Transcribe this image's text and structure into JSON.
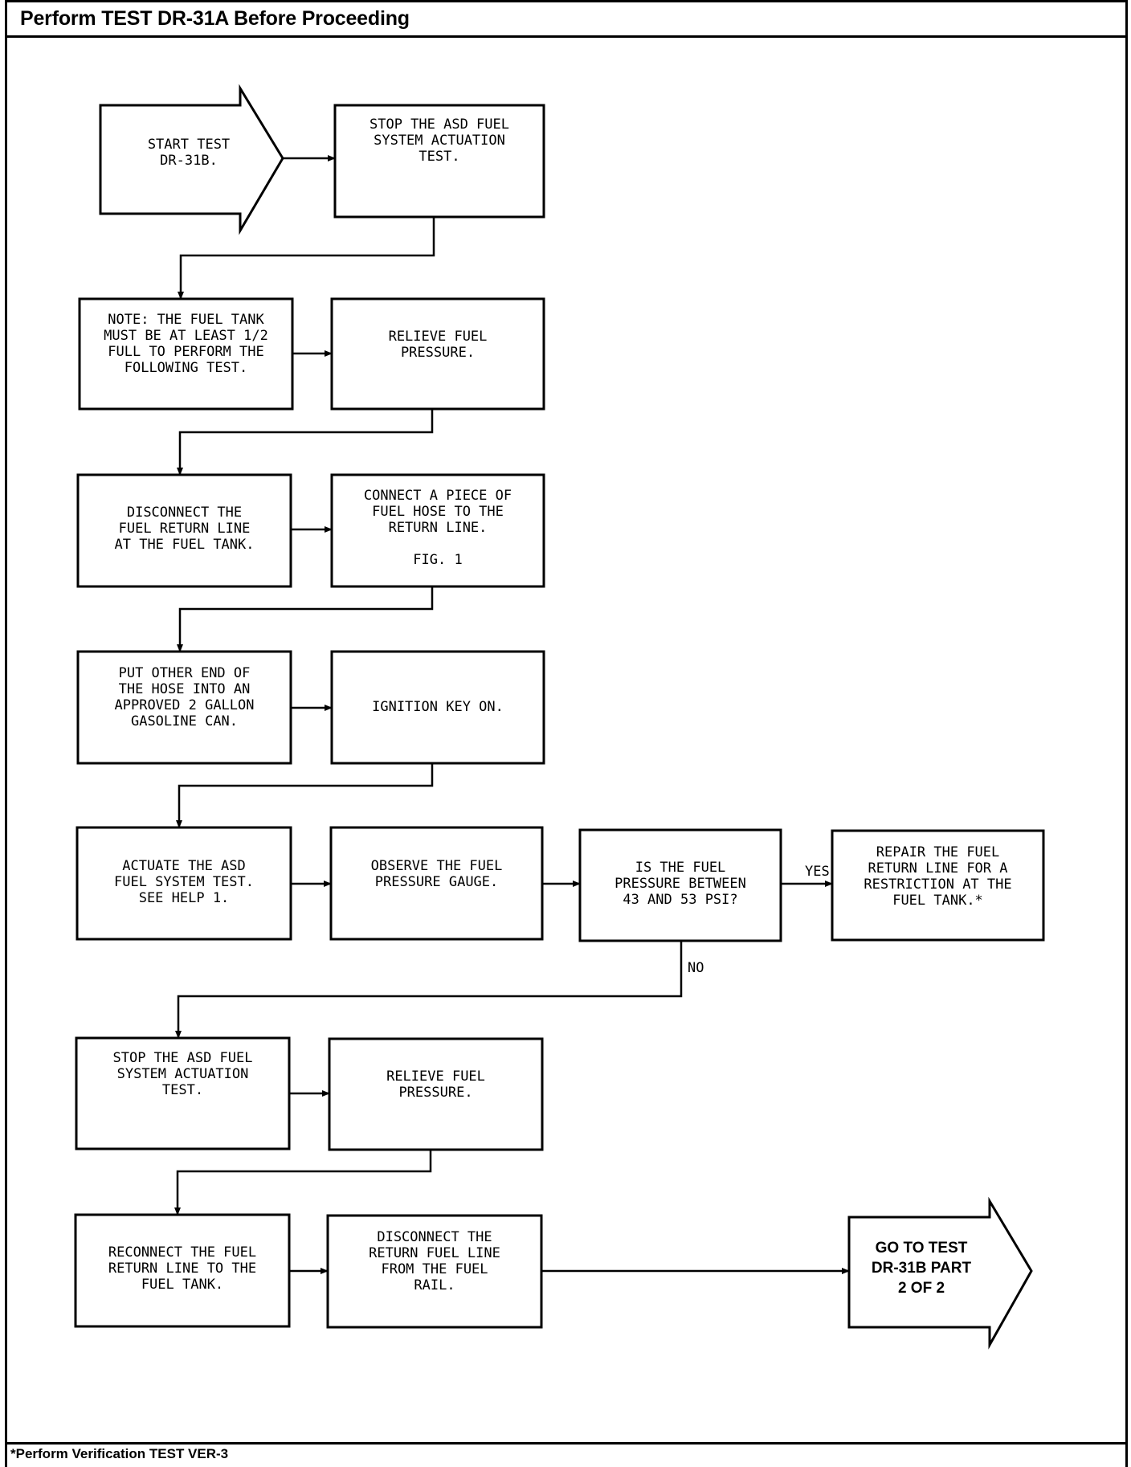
{
  "header": {
    "title": "Perform TEST DR-31A Before Proceeding"
  },
  "footer": {
    "note": "*Perform Verification TEST VER-3"
  },
  "flowchart": {
    "start": {
      "id": "start",
      "shape": "arrow",
      "lines": [
        "START TEST",
        "DR-31B."
      ]
    },
    "steps": [
      {
        "id": "stop-asd-1",
        "lines": [
          "STOP THE ASD FUEL",
          "SYSTEM ACTUATION",
          "TEST."
        ]
      },
      {
        "id": "note-fuel-tank",
        "lines": [
          "NOTE: THE FUEL TANK",
          "MUST BE AT LEAST 1/2",
          "FULL TO PERFORM THE",
          "FOLLOWING TEST."
        ]
      },
      {
        "id": "relieve-pressure-1",
        "lines": [
          "RELIEVE FUEL",
          "PRESSURE."
        ]
      },
      {
        "id": "disconnect-return-line",
        "lines": [
          "DISCONNECT THE",
          "FUEL RETURN LINE",
          "AT THE FUEL TANK."
        ]
      },
      {
        "id": "connect-hose",
        "lines": [
          "CONNECT A PIECE OF",
          "FUEL HOSE TO THE",
          "RETURN LINE.",
          "",
          "FIG. 1"
        ]
      },
      {
        "id": "hose-into-can",
        "lines": [
          "PUT OTHER END OF",
          "THE HOSE INTO AN",
          "APPROVED 2 GALLON",
          "GASOLINE CAN."
        ]
      },
      {
        "id": "ignition-on",
        "lines": [
          "IGNITION KEY ON."
        ]
      },
      {
        "id": "actuate-asd",
        "lines": [
          "ACTUATE THE ASD",
          "FUEL SYSTEM TEST.",
          "SEE HELP 1."
        ]
      },
      {
        "id": "observe-gauge",
        "lines": [
          "OBSERVE THE FUEL",
          "PRESSURE GAUGE."
        ]
      },
      {
        "id": "pressure-question",
        "lines": [
          "IS THE FUEL",
          "PRESSURE BETWEEN",
          "43 AND 53 PSI?"
        ]
      },
      {
        "id": "repair-return-line",
        "lines": [
          "REPAIR THE FUEL",
          "RETURN LINE FOR A",
          "RESTRICTION AT THE",
          "FUEL TANK.*"
        ]
      },
      {
        "id": "stop-asd-2",
        "lines": [
          "STOP THE ASD FUEL",
          "SYSTEM ACTUATION",
          "TEST."
        ]
      },
      {
        "id": "relieve-pressure-2",
        "lines": [
          "RELIEVE FUEL",
          "PRESSURE."
        ]
      },
      {
        "id": "reconnect-return-line",
        "lines": [
          "RECONNECT THE FUEL",
          "RETURN LINE TO THE",
          "FUEL TANK."
        ]
      },
      {
        "id": "disconnect-from-rail",
        "lines": [
          "DISCONNECT THE",
          "RETURN FUEL LINE",
          "FROM THE FUEL",
          "RAIL."
        ]
      }
    ],
    "end": {
      "id": "goto-part-2",
      "shape": "arrow",
      "lines": [
        "GO TO TEST",
        "DR-31B PART",
        "2 OF 2"
      ]
    },
    "branch_labels": {
      "yes": "YES",
      "no": "NO"
    }
  }
}
